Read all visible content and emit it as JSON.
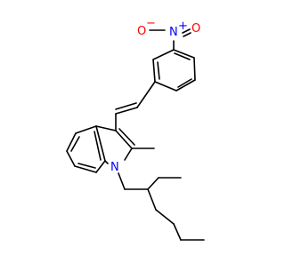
{
  "structure": {
    "atom_labels": {
      "nitro_nitrogen": "N",
      "nitro_charge": "+",
      "nitro_oxygen_left": "O",
      "nitro_oxygen_left_charge": "−",
      "nitro_oxygen_right": "O",
      "indole_nitrogen": "N"
    },
    "colors": {
      "bond": "#000000",
      "nitrogen": "#0000ff",
      "oxygen": "#ff0000",
      "background": "#ffffff"
    }
  }
}
